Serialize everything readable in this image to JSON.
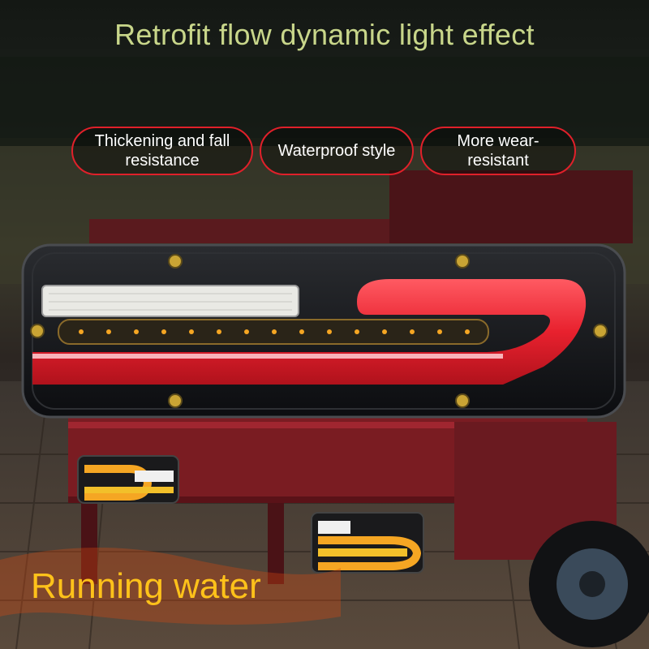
{
  "headline": "Retrofit flow dynamic light effect",
  "features": [
    "Thickening and fall resistance",
    "Waterproof style",
    "More wear-resistant"
  ],
  "caption": "Running water",
  "colors": {
    "headline": "#c8d68a",
    "caption": "#ffc21a",
    "badge_border": "#e0202a",
    "light_red": "#e8212e",
    "amber": "#f5a623"
  }
}
